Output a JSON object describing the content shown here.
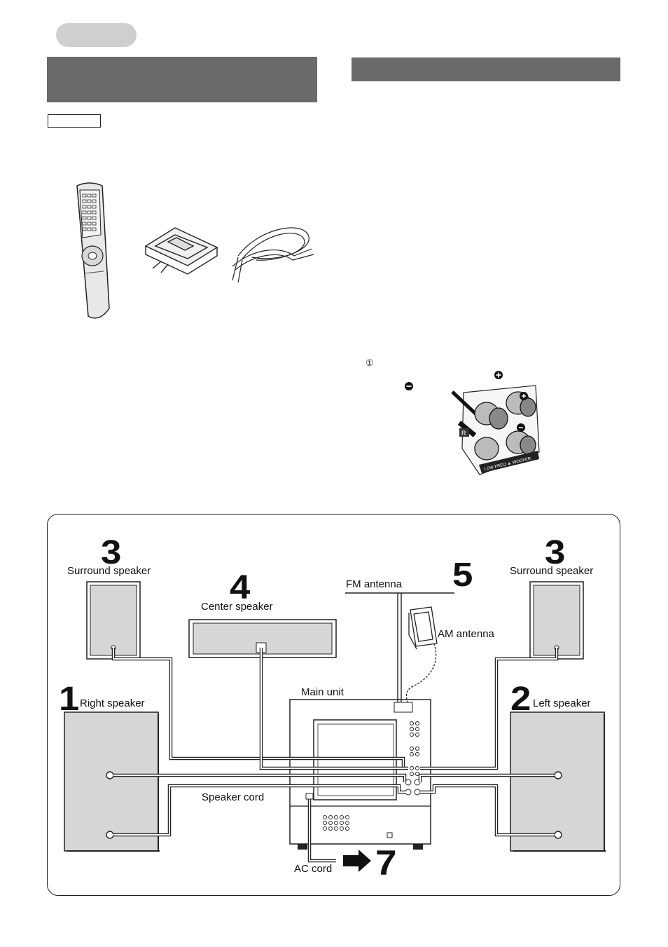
{
  "header": {
    "accessories_tag": "",
    "step_note_marker": "①"
  },
  "diagram": {
    "steps": {
      "surround_right_number": "3",
      "surround_left_number": "3",
      "center_number": "4",
      "antenna_number": "5",
      "right_speaker_number": "1",
      "left_speaker_number": "2",
      "ac_number": "7"
    },
    "labels": {
      "surround_right": "Surround speaker",
      "surround_left": "Surround speaker",
      "center": "Center speaker",
      "fm_antenna": "FM antenna",
      "am_antenna": "AM antenna",
      "main_unit": "Main unit",
      "right_speaker": "Right speaker",
      "left_speaker": "Left speaker",
      "speaker_cord": "Speaker cord",
      "ac_cord": "AC cord"
    },
    "terminal_letter": "R",
    "terminal_caption": "LOW FREQ ▲ WOOFER"
  },
  "colors": {
    "band": "#6a6a6a",
    "pill": "#cfcfcf",
    "speaker_fill": "#d6d6d6"
  }
}
